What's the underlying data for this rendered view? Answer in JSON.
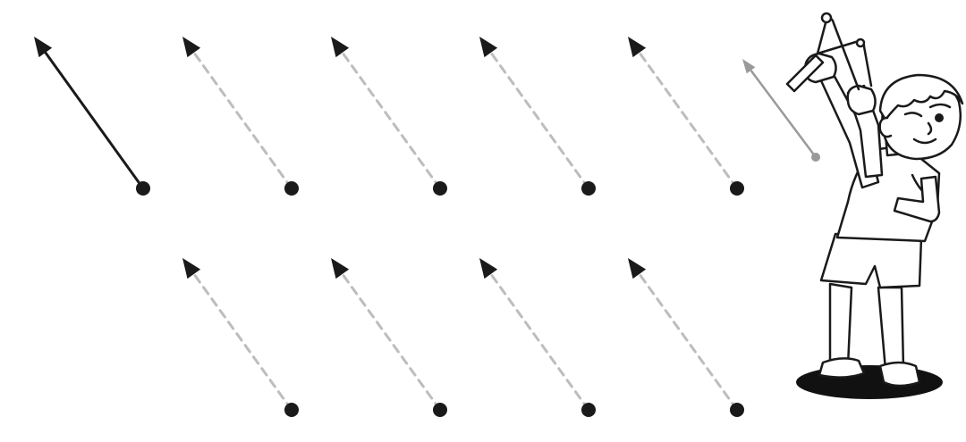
{
  "worksheet": {
    "task": "trace-dashed-arrows",
    "rows": [
      {
        "arrows": [
          "example-solid",
          "dashed",
          "dashed",
          "dashed",
          "dashed"
        ]
      },
      {
        "arrows": [
          "dashed",
          "dashed",
          "dashed",
          "dashed"
        ]
      }
    ]
  },
  "colors": {
    "ink": "#1a1a1a",
    "dash": "#bdbdbd",
    "grey_arrow": "#9a9a9a",
    "shadow": "#111111",
    "paper": "#ffffff"
  },
  "icons": {
    "target_dot": "dot-icon",
    "arrowhead": "arrowhead-icon",
    "character": "boy-with-slingshot-illustration"
  }
}
